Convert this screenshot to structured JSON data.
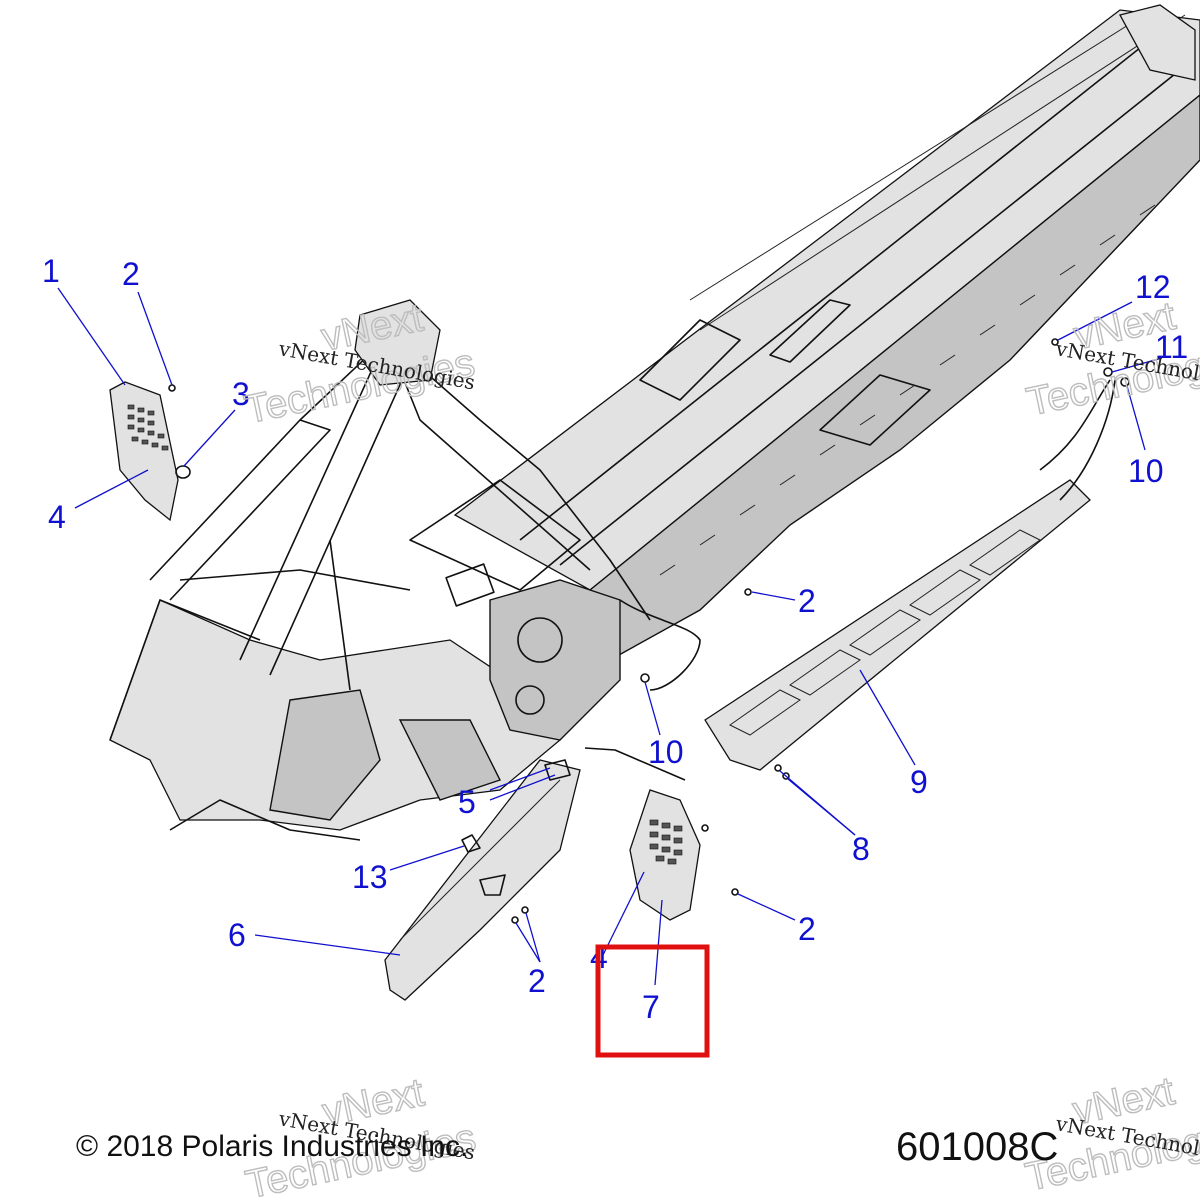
{
  "callouts": {
    "c1": "1",
    "c2_top": "2",
    "c3": "3",
    "c4_left": "4",
    "c2_mid": "2",
    "c10_mid": "10",
    "c5": "5",
    "c13": "13",
    "c6": "6",
    "c2_bottom": "2",
    "c4_bottom": "4",
    "c7": "7",
    "c2_right": "2",
    "c8": "8",
    "c9": "9",
    "c12": "12",
    "c11": "11",
    "c10_right": "10"
  },
  "watermarks": {
    "brand": "vNext Technologies",
    "big_line1": "vNext",
    "big_line2": "Technologies"
  },
  "footer": {
    "copyright": "© 2018 Polaris Industries Inc.",
    "diagram_number": "601008C"
  },
  "colors": {
    "callout": "#1010d0",
    "highlight": "#e01010"
  }
}
